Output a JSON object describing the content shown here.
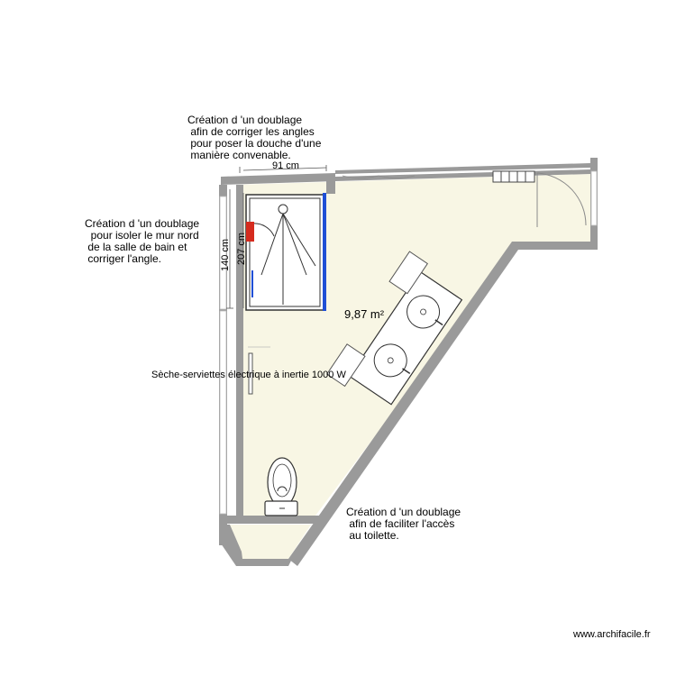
{
  "plan": {
    "area_label": "9,87 m²",
    "dimensions": {
      "top_width": "91 cm",
      "shower_height": "207 cm",
      "wall_height": "140 cm"
    },
    "heater_label": "Sèche-serviettes électrique à inertie 1000 W",
    "annotations": {
      "top": "Création d 'un doublage\n afin de corriger les angles\n pour poser la douche d'une\n manière convenable.",
      "left": "Création d 'un doublage\n  pour isoler le mur nord\n de la salle de bain et\n corriger l'angle.",
      "bottom": "Création d 'un doublage\n afin de faciliter l'accès\n au toilette."
    },
    "watermark": "www.archifacile.fr",
    "colors": {
      "floor": "#f8f6e4",
      "wall": "#9a9a9a",
      "shower_wall_accent": "#1f4fd6",
      "shower_mixer": "#d52b1e"
    },
    "fixtures": [
      "shower",
      "double-vanity",
      "toilet",
      "towel-heater",
      "door",
      "window"
    ]
  }
}
